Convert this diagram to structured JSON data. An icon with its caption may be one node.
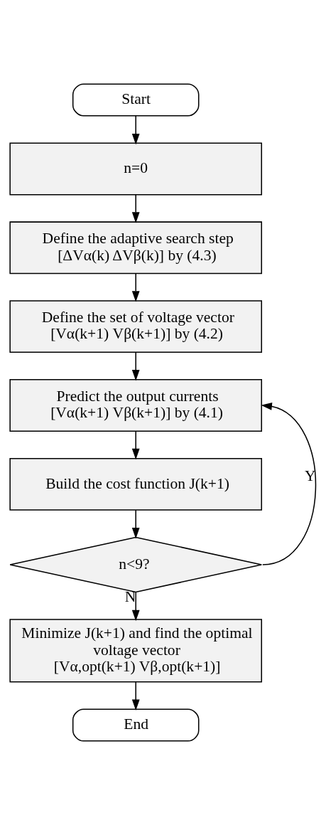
{
  "diagram": {
    "nodes": [
      {
        "text": [
          "Start"
        ]
      },
      {
        "text": [
          "n=0"
        ]
      },
      {
        "text": [
          "Define the adaptive search step [ΔVα(k) ΔVβ(k)] by (4.3)"
        ]
      },
      {
        "text": [
          "Define the set of voltage vector [Vα(k+1) Vβ(k+1)] by (4.2)"
        ]
      },
      {
        "text": [
          "Predict the output currents [Vα(k+1) Vβ(k+1)] by (4.1)"
        ]
      },
      {
        "text": [
          "Build the cost function J(k+1)"
        ]
      },
      {
        "text": [
          "n<9?"
        ]
      },
      {
        "text": [
          "Minimize J(k+1) and find the optimal voltage vector [Vα,opt(k+1) Vβ,opt(k+1)]"
        ]
      },
      {
        "text": [
          "End"
        ]
      }
    ],
    "edges": [
      {
        "from": 0,
        "to": 1,
        "arrow": "to"
      },
      {
        "from": 1,
        "to": 2,
        "arrow": "to"
      },
      {
        "from": 2,
        "to": 3,
        "arrow": "to"
      },
      {
        "from": 3,
        "to": 4,
        "arrow": "to"
      },
      {
        "from": 4,
        "to": 5,
        "arrow": "to"
      },
      {
        "from": 5,
        "to": 6,
        "arrow": "to"
      },
      {
        "from": 6,
        "to": 4,
        "arrow": "to",
        "label": "Y"
      },
      {
        "from": 6,
        "to": 7,
        "arrow": "to",
        "label": "N"
      },
      {
        "from": 7,
        "to": 8,
        "arrow": "to"
      }
    ]
  }
}
